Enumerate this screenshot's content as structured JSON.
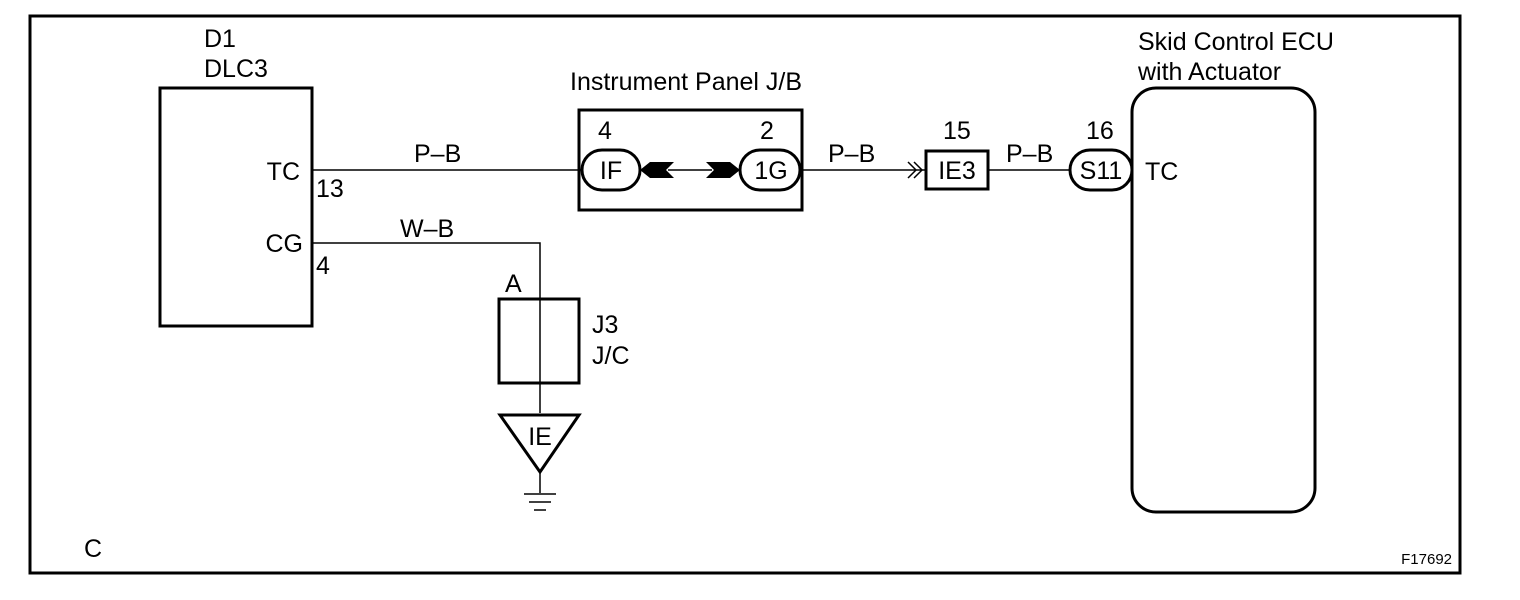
{
  "diagram": {
    "dlc3": {
      "ref": "D1",
      "name": "DLC3",
      "pin_tc": "TC",
      "pin_tc_num": "13",
      "pin_cg": "CG",
      "pin_cg_num": "4"
    },
    "instrument_panel": {
      "title": "Instrument Panel J/B",
      "left_pin": "4",
      "left_connector": "IF",
      "right_pin": "2",
      "right_connector": "1G"
    },
    "wires": {
      "tc_left": "P–B",
      "tc_mid": "P–B",
      "tc_right": "P–B",
      "cg": "W–B"
    },
    "ie3": {
      "pin": "15",
      "label": "IE3"
    },
    "s11": {
      "pin": "16",
      "label": "S11"
    },
    "ecu": {
      "line1": "Skid Control ECU",
      "line2": "with Actuator",
      "pin": "TC"
    },
    "junction": {
      "pin": "A",
      "ref": "J3",
      "type": "J/C"
    },
    "ground": {
      "label": "IE"
    },
    "corner_label": "C",
    "figure_id": "F17692"
  }
}
